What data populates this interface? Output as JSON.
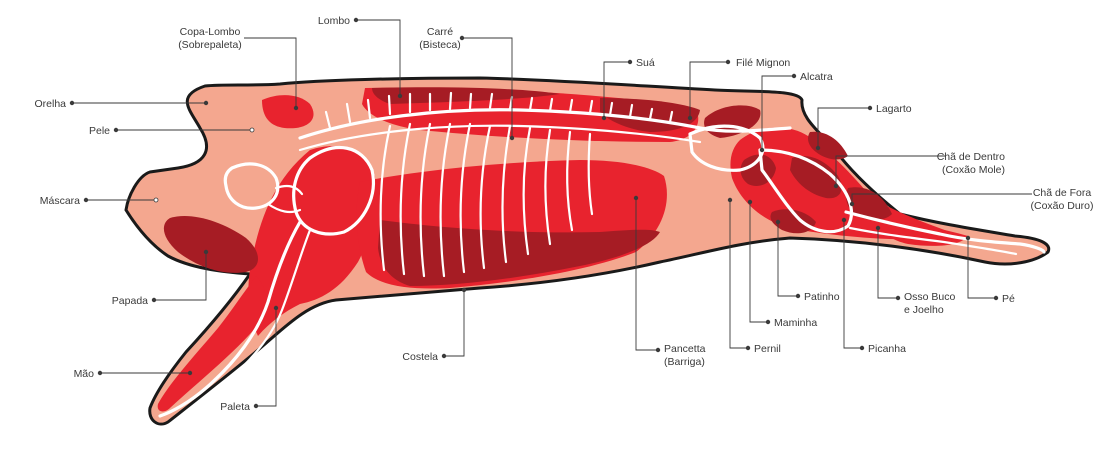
{
  "colors": {
    "skin": "#f4a78f",
    "outline": "#1a1a1a",
    "meat_red": "#e8232e",
    "meat_dark": "#a61c24",
    "bone": "#ffffff",
    "text": "#3a3a3a"
  },
  "labels": {
    "copa_lombo": [
      "Copa-Lombo",
      "(Sobrepaleta)"
    ],
    "lombo": [
      "Lombo"
    ],
    "carre": [
      "Carré",
      "(Bisteca)"
    ],
    "sua": [
      "Suá"
    ],
    "file_mignon": [
      "Filé Mignon"
    ],
    "alcatra": [
      "Alcatra"
    ],
    "lagarto": [
      "Lagarto"
    ],
    "cha_de_dentro": [
      "Chã de Dentro",
      "(Coxão Mole)"
    ],
    "cha_de_fora": [
      "Chã de Fora",
      "(Coxão Duro)"
    ],
    "orelha": [
      "Orelha"
    ],
    "pele": [
      "Pele"
    ],
    "mascara": [
      "Máscara"
    ],
    "papada": [
      "Papada"
    ],
    "mao": [
      "Mão"
    ],
    "paleta": [
      "Paleta"
    ],
    "costela": [
      "Costela"
    ],
    "pancetta": [
      "Pancetta",
      "(Barriga)"
    ],
    "pernil": [
      "Pernil"
    ],
    "maminha": [
      "Maminha"
    ],
    "picanha": [
      "Picanha"
    ],
    "patinho": [
      "Patinho"
    ],
    "osso_buco": [
      "Osso Buco",
      "e Joelho"
    ],
    "pe": [
      "Pé"
    ]
  }
}
